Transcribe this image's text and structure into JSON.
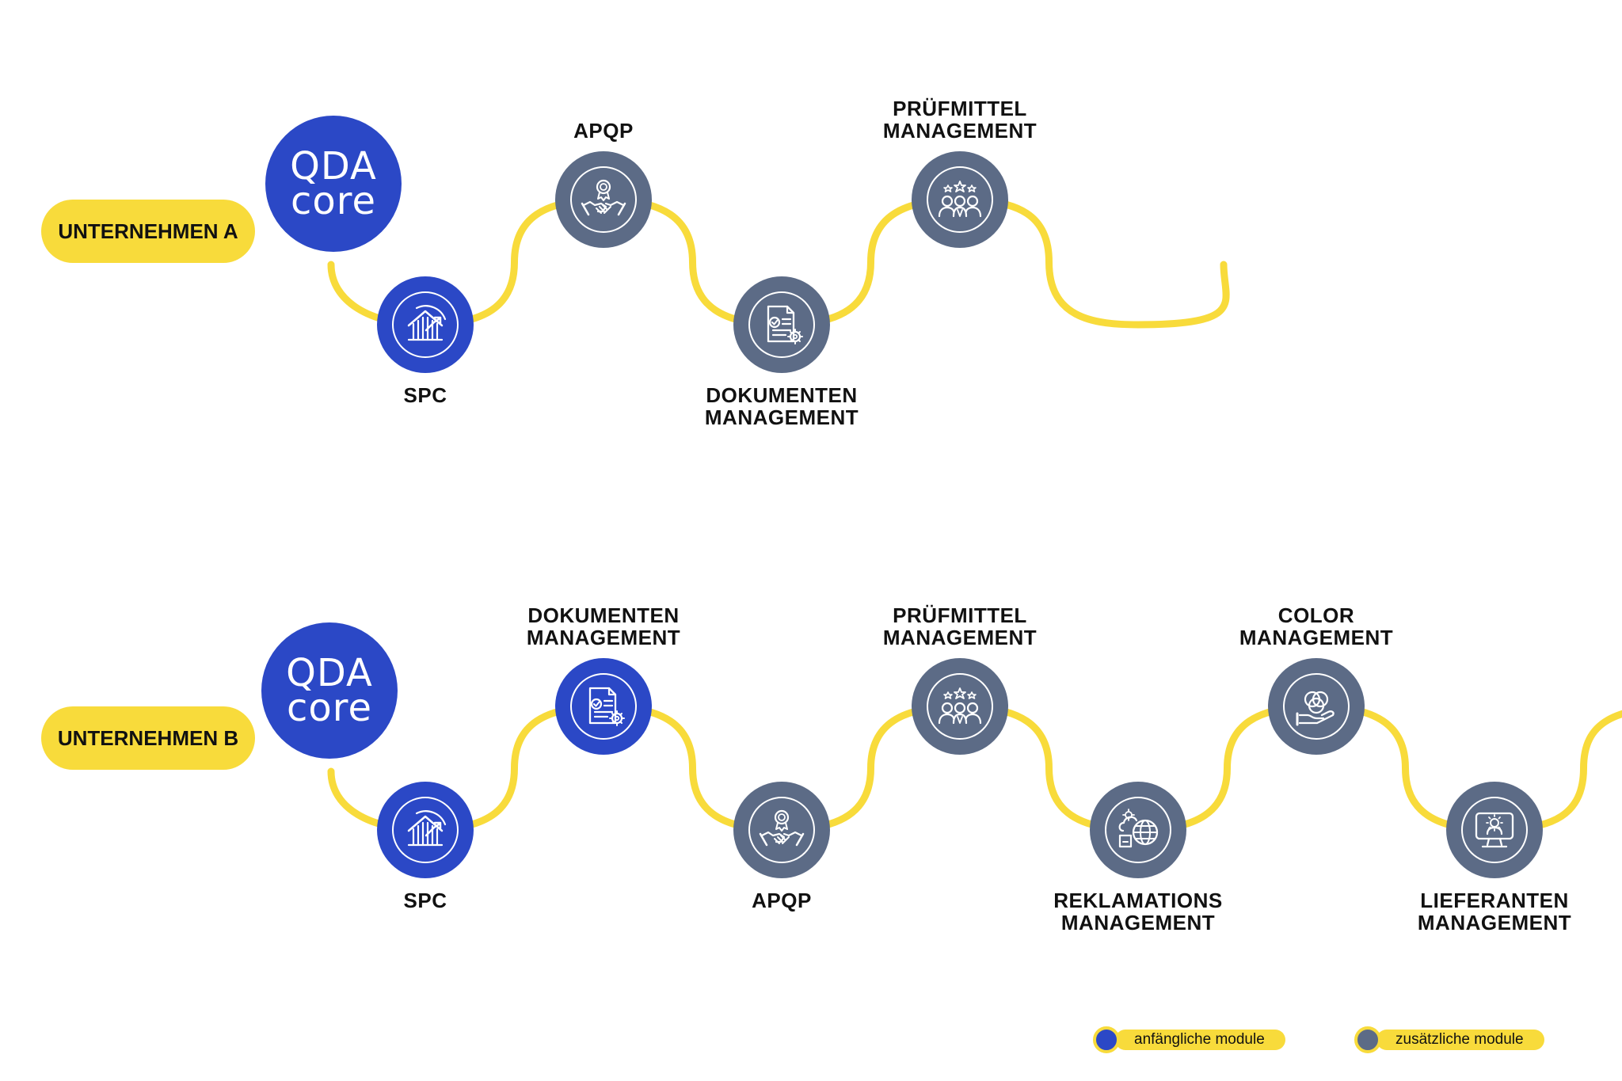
{
  "colors": {
    "yellow": "#f8db3b",
    "blue": "#2b48c6",
    "slate": "#5c6b86"
  },
  "rows": [
    {
      "company": "UNTERNEHMEN A",
      "core": {
        "line1": "QDA",
        "line2": "core"
      },
      "modules": [
        {
          "id": "spc",
          "label_lines": [
            "SPC"
          ],
          "kind": "initial",
          "icon": "chart-icon"
        },
        {
          "id": "apqp",
          "label_lines": [
            "APQP"
          ],
          "kind": "additional",
          "icon": "handshake-icon"
        },
        {
          "id": "dok",
          "label_lines": [
            "DOKUMENTEN",
            "MANAGEMENT"
          ],
          "kind": "additional",
          "icon": "document-icon"
        },
        {
          "id": "pruef",
          "label_lines": [
            "PRÜFMITTEL",
            "MANAGEMENT"
          ],
          "kind": "additional",
          "icon": "team-icon"
        }
      ]
    },
    {
      "company": "UNTERNEHMEN B",
      "core": {
        "line1": "QDA",
        "line2": "core"
      },
      "modules": [
        {
          "id": "spc",
          "label_lines": [
            "SPC"
          ],
          "kind": "initial",
          "icon": "chart-icon"
        },
        {
          "id": "dok",
          "label_lines": [
            "DOKUMENTEN",
            "MANAGEMENT"
          ],
          "kind": "initial",
          "icon": "document-icon"
        },
        {
          "id": "apqp",
          "label_lines": [
            "APQP"
          ],
          "kind": "additional",
          "icon": "handshake-icon"
        },
        {
          "id": "pruef",
          "label_lines": [
            "PRÜFMITTEL",
            "MANAGEMENT"
          ],
          "kind": "additional",
          "icon": "team-icon"
        },
        {
          "id": "rekl",
          "label_lines": [
            "REKLAMATIONS",
            "MANAGEMENT"
          ],
          "kind": "additional",
          "icon": "globe-cloud-icon"
        },
        {
          "id": "color",
          "label_lines": [
            "COLOR",
            "MANAGEMENT"
          ],
          "kind": "additional",
          "icon": "color-circles-icon"
        },
        {
          "id": "lief",
          "label_lines": [
            "LIEFERANTEN",
            "MANAGEMENT"
          ],
          "kind": "additional",
          "icon": "monitor-supplier-icon"
        }
      ]
    }
  ],
  "legend": [
    {
      "kind": "initial",
      "label": "anfängliche module"
    },
    {
      "kind": "additional",
      "label": "zusätzliche module"
    }
  ]
}
